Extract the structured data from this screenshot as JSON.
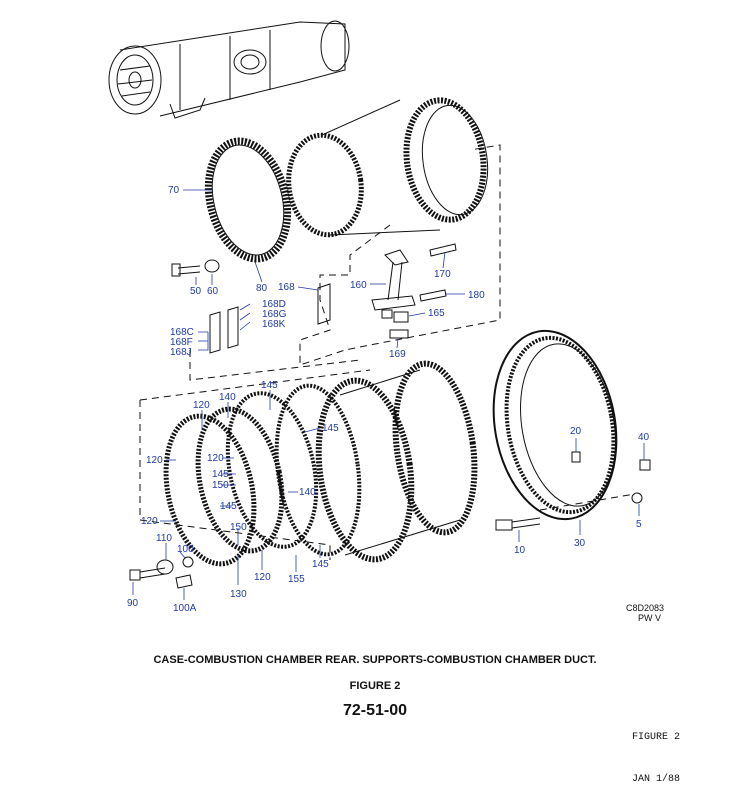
{
  "caption": {
    "title": "CASE-COMBUSTION CHAMBER REAR. SUPPORTS-COMBUSTION CHAMBER DUCT.",
    "figure": "FIGURE 2",
    "number": "72-51-00"
  },
  "drawing_code": {
    "line1": "C8D2083",
    "line2": "PW V"
  },
  "stamp": {
    "line1": "FIGURE 2",
    "line2": "JAN 1/88"
  },
  "callouts": {
    "c70": "70",
    "c50": "50",
    "c60": "60",
    "c80": "80",
    "c168": "168",
    "c168D": "168D",
    "c168G": "168G",
    "c168K": "168K",
    "c168C": "168C",
    "c168F": "168F",
    "c168J": "168J",
    "c160": "160",
    "c170": "170",
    "c180": "180",
    "c165": "165",
    "c169": "169",
    "c145a": "145",
    "c140a": "140",
    "c120a": "120",
    "c145b": "145",
    "c120b": "120",
    "c120c": "120",
    "c145c": "145",
    "c150a": "150",
    "c145d": "145",
    "c140b": "140",
    "c120d": "120",
    "c150b": "150",
    "c110": "110",
    "c100": "100",
    "c90": "90",
    "c100A": "100A",
    "c130": "130",
    "c120e": "120",
    "c155": "155",
    "c145e": "145",
    "c20": "20",
    "c40": "40",
    "c5": "5",
    "c10": "10",
    "c30": "30"
  }
}
